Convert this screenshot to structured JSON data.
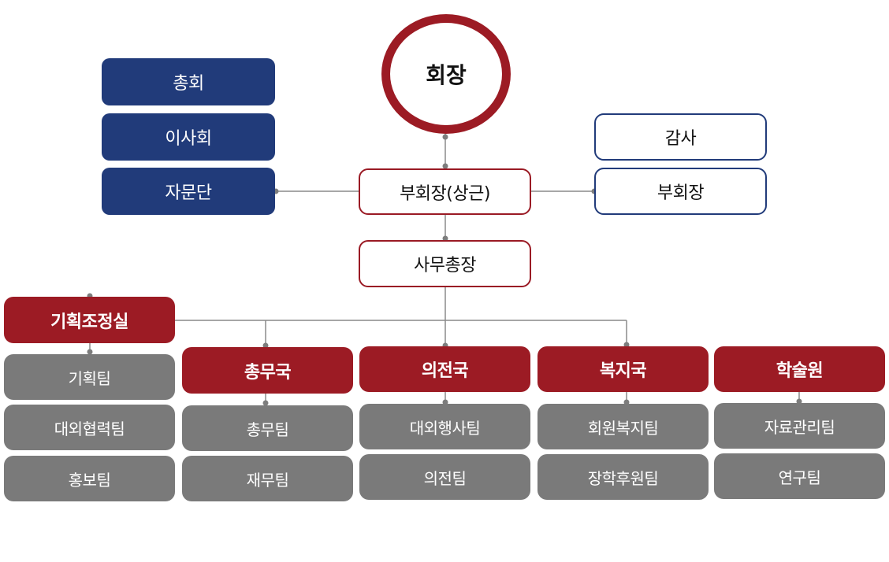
{
  "president": "회장",
  "left_bodies": [
    "총회",
    "이사회",
    "자문단"
  ],
  "right_bodies": [
    "감사",
    "부회장"
  ],
  "standing_vice": "부회장(상근)",
  "secretary_general": "사무총장",
  "departments": [
    {
      "name": "기획조정실",
      "teams": [
        "기획팀",
        "대외협력팀",
        "홍보팀"
      ]
    },
    {
      "name": "총무국",
      "teams": [
        "총무팀",
        "재무팀"
      ]
    },
    {
      "name": "의전국",
      "teams": [
        "대외행사팀",
        "의전팀"
      ]
    },
    {
      "name": "복지국",
      "teams": [
        "회원복지팀",
        "장학후원팀"
      ]
    },
    {
      "name": "학술원",
      "teams": [
        "자료관리팀",
        "연구팀"
      ]
    }
  ],
  "colors": {
    "navy": "#213b7a",
    "red": "#9c1b24",
    "gray": "#7a7a7a",
    "line": "#8a8a8a"
  }
}
